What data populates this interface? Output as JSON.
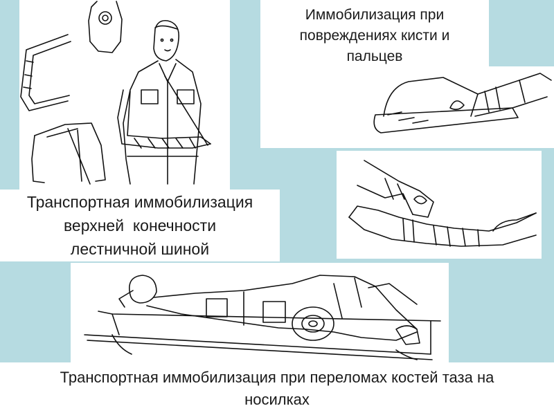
{
  "colors": {
    "background_teal": "#b6dbe1",
    "panel_white": "#ffffff",
    "text": "#1a1a1a",
    "line_art": "#111111"
  },
  "captions": {
    "upper_limb": [
      "Транспортная иммобилизация",
      "верхней  конечности",
      "лестничной шиной"
    ],
    "hand_fingers": [
      "Иммобилизация при",
      "повреждениях кисти и",
      "пальцев"
    ],
    "pelvis": [
      "Транспортная иммобилизация при переломах костей таза на",
      "носилках"
    ]
  },
  "illustrations": {
    "upper_limb": "ladder-splint-arm-illustration",
    "hand_board": "hand-board-splint-illustration",
    "hand_forearm": "hand-forearm-bandage-illustration",
    "pelvis": "stretcher-pelvis-illustration"
  }
}
